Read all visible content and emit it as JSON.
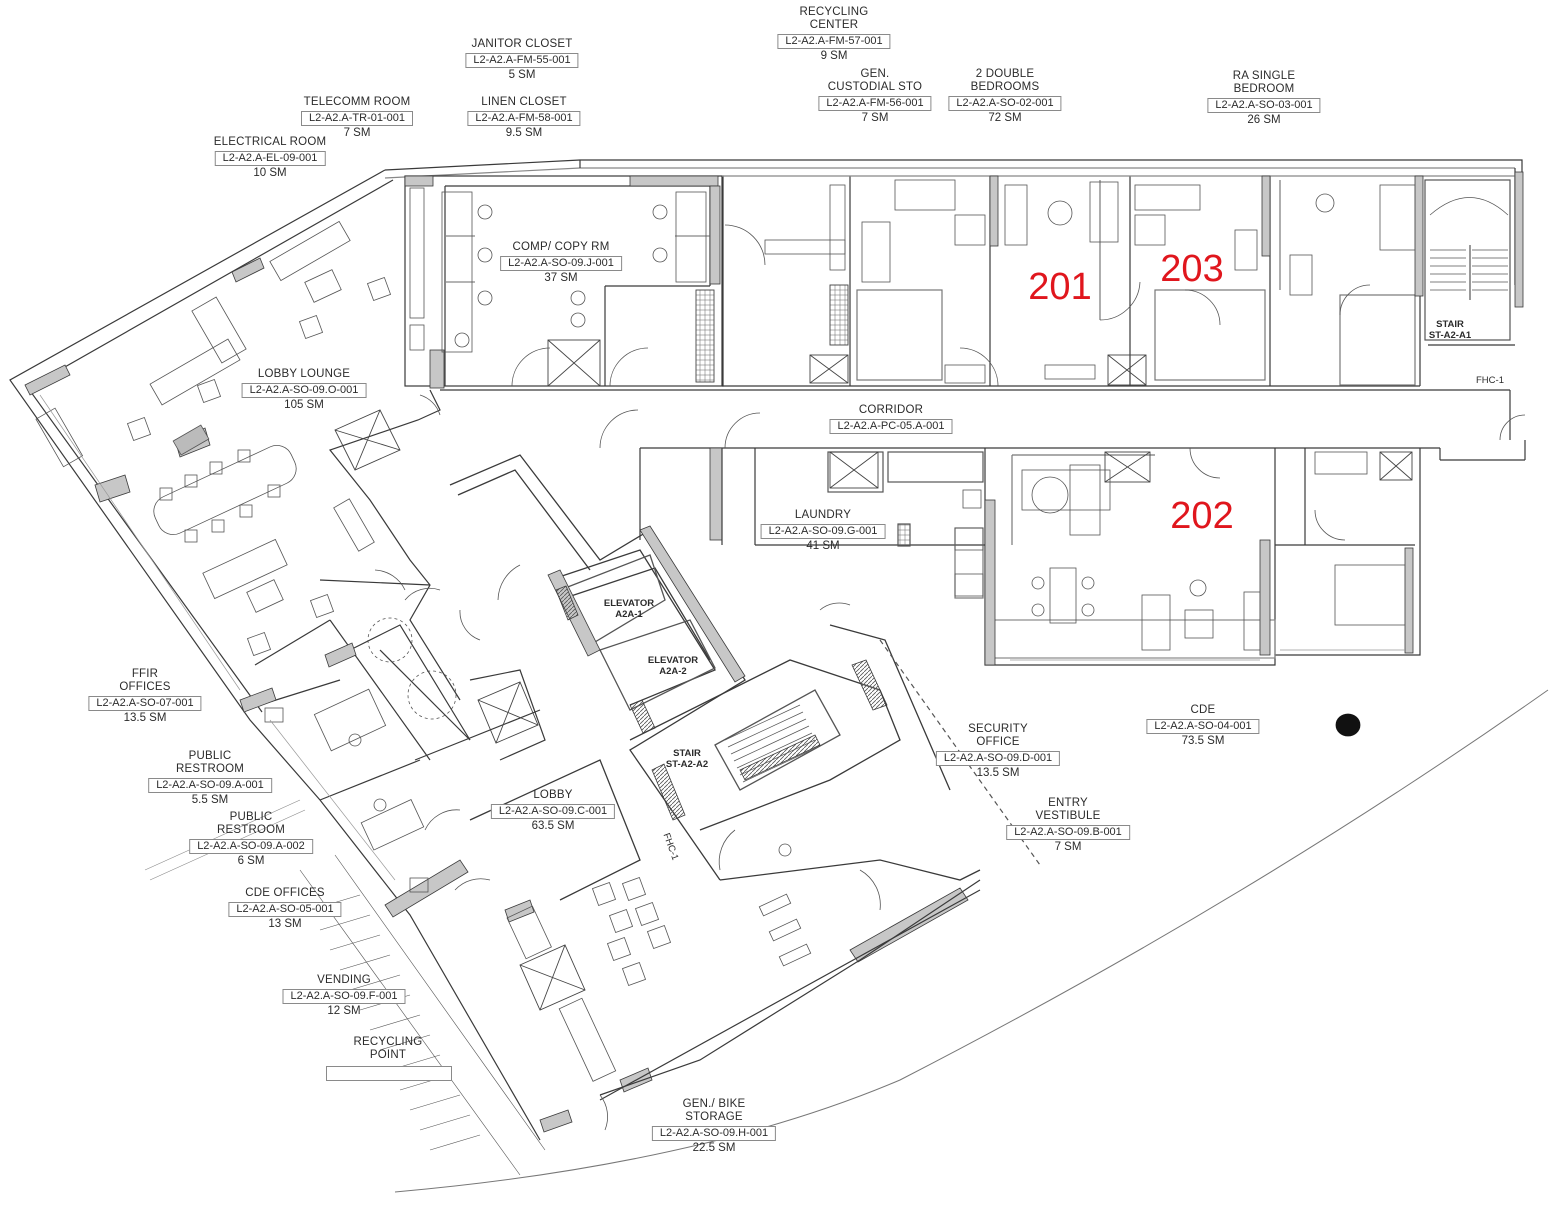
{
  "rooms": [
    {
      "id": "telecomm",
      "name": "TELECOMM ROOM",
      "code": "L2-A2.A-TR-01-001",
      "area": "7 SM"
    },
    {
      "id": "electrical",
      "name": "ELECTRICAL ROOM",
      "code": "L2-A2.A-EL-09-001",
      "area": "10 SM"
    },
    {
      "id": "janitor",
      "name": "JANITOR CLOSET",
      "code": "L2-A2.A-FM-55-001",
      "area": "5 SM"
    },
    {
      "id": "linen",
      "name": "LINEN CLOSET",
      "code": "L2-A2.A-FM-58-001",
      "area": "9.5 SM"
    },
    {
      "id": "recycling-center",
      "name": "RECYCLING\nCENTER",
      "code": "L2-A2.A-FM-57-001",
      "area": "9 SM"
    },
    {
      "id": "custodial",
      "name": "GEN.\nCUSTODIAL STO",
      "code": "L2-A2.A-FM-56-001",
      "area": "7 SM"
    },
    {
      "id": "double-bedrooms",
      "name": "2 DOUBLE\nBEDROOMS",
      "code": "L2-A2.A-SO-02-001",
      "area": "72 SM"
    },
    {
      "id": "ra-single",
      "name": "RA SINGLE\nBEDROOM",
      "code": "L2-A2.A-SO-03-001",
      "area": "26 SM"
    },
    {
      "id": "comp-copy",
      "name": "COMP/ COPY RM",
      "code": "L2-A2.A-SO-09.J-001",
      "area": "37 SM"
    },
    {
      "id": "lobby-lounge",
      "name": "LOBBY LOUNGE",
      "code": "L2-A2.A-SO-09.O-001",
      "area": "105 SM"
    },
    {
      "id": "corridor",
      "name": "CORRIDOR",
      "code": "L2-A2.A-PC-05.A-001",
      "area": ""
    },
    {
      "id": "laundry",
      "name": "LAUNDRY",
      "code": "L2-A2.A-SO-09.G-001",
      "area": "41 SM"
    },
    {
      "id": "ffir",
      "name": "FFIR\nOFFICES",
      "code": "L2-A2.A-SO-07-001",
      "area": "13.5 SM"
    },
    {
      "id": "restroom-1",
      "name": "PUBLIC\nRESTROOM",
      "code": "L2-A2.A-SO-09.A-001",
      "area": "5.5 SM"
    },
    {
      "id": "restroom-2",
      "name": "PUBLIC\nRESTROOM",
      "code": "L2-A2.A-SO-09.A-002",
      "area": "6 SM"
    },
    {
      "id": "cde-offices",
      "name": "CDE OFFICES",
      "code": "L2-A2.A-SO-05-001",
      "area": "13 SM"
    },
    {
      "id": "vending",
      "name": "VENDING",
      "code": "L2-A2.A-SO-09.F-001",
      "area": "12 SM"
    },
    {
      "id": "lobby",
      "name": "LOBBY",
      "code": "L2-A2.A-SO-09.C-001",
      "area": "63.5 SM"
    },
    {
      "id": "security",
      "name": "SECURITY\nOFFICE",
      "code": "L2-A2.A-SO-09.D-001",
      "area": "13.5 SM"
    },
    {
      "id": "entry-vestibule",
      "name": "ENTRY\nVESTIBULE",
      "code": "L2-A2.A-SO-09.B-001",
      "area": "7 SM"
    },
    {
      "id": "cde",
      "name": "CDE",
      "code": "L2-A2.A-SO-04-001",
      "area": "73.5 SM"
    },
    {
      "id": "bike-storage",
      "name": "GEN./ BIKE\nSTORAGE",
      "code": "L2-A2.A-SO-09.H-001",
      "area": "22.5 SM"
    }
  ],
  "recycling_point": {
    "name": "RECYCLING\nPOINT"
  },
  "elevators": [
    {
      "id": "a2a-1",
      "label": "ELEVATOR\nA2A-1"
    },
    {
      "id": "a2a-2",
      "label": "ELEVATOR\nA2A-2"
    }
  ],
  "stairs": [
    {
      "id": "st-a2-a1",
      "label": "STAIR\nST-A2-A1"
    },
    {
      "id": "st-a2-a2",
      "label": "STAIR\nST-A2-A2"
    }
  ],
  "fhc": [
    {
      "id": "fhc-north",
      "label": "FHC-1"
    },
    {
      "id": "fhc-lobby",
      "label": "FHC-1"
    }
  ],
  "units": [
    {
      "id": "unit-201",
      "number": "201"
    },
    {
      "id": "unit-203",
      "number": "203"
    },
    {
      "id": "unit-202",
      "number": "202"
    }
  ],
  "colors": {
    "wall": "#bdbdbd",
    "line": "#3a3a3a",
    "thin": "#777777",
    "unit_number": "#e0161d"
  }
}
